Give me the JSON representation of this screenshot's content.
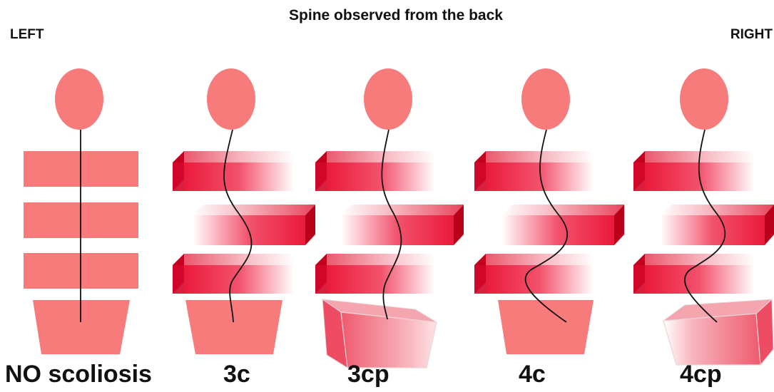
{
  "title": "Spine observed from the back",
  "side_left": "LEFT",
  "side_right": "RIGHT",
  "colors": {
    "head": "#f77b7b",
    "block": "#f77b7b",
    "red_front": "#ea1a3a",
    "red_top": "#f26d7a",
    "red_side": "#b8001a",
    "line": "#111111"
  },
  "figures": [
    {
      "label": "NO scoliosis"
    },
    {
      "label": "3c"
    },
    {
      "label": "3cp"
    },
    {
      "label": "4c"
    },
    {
      "label": "4cp"
    }
  ]
}
